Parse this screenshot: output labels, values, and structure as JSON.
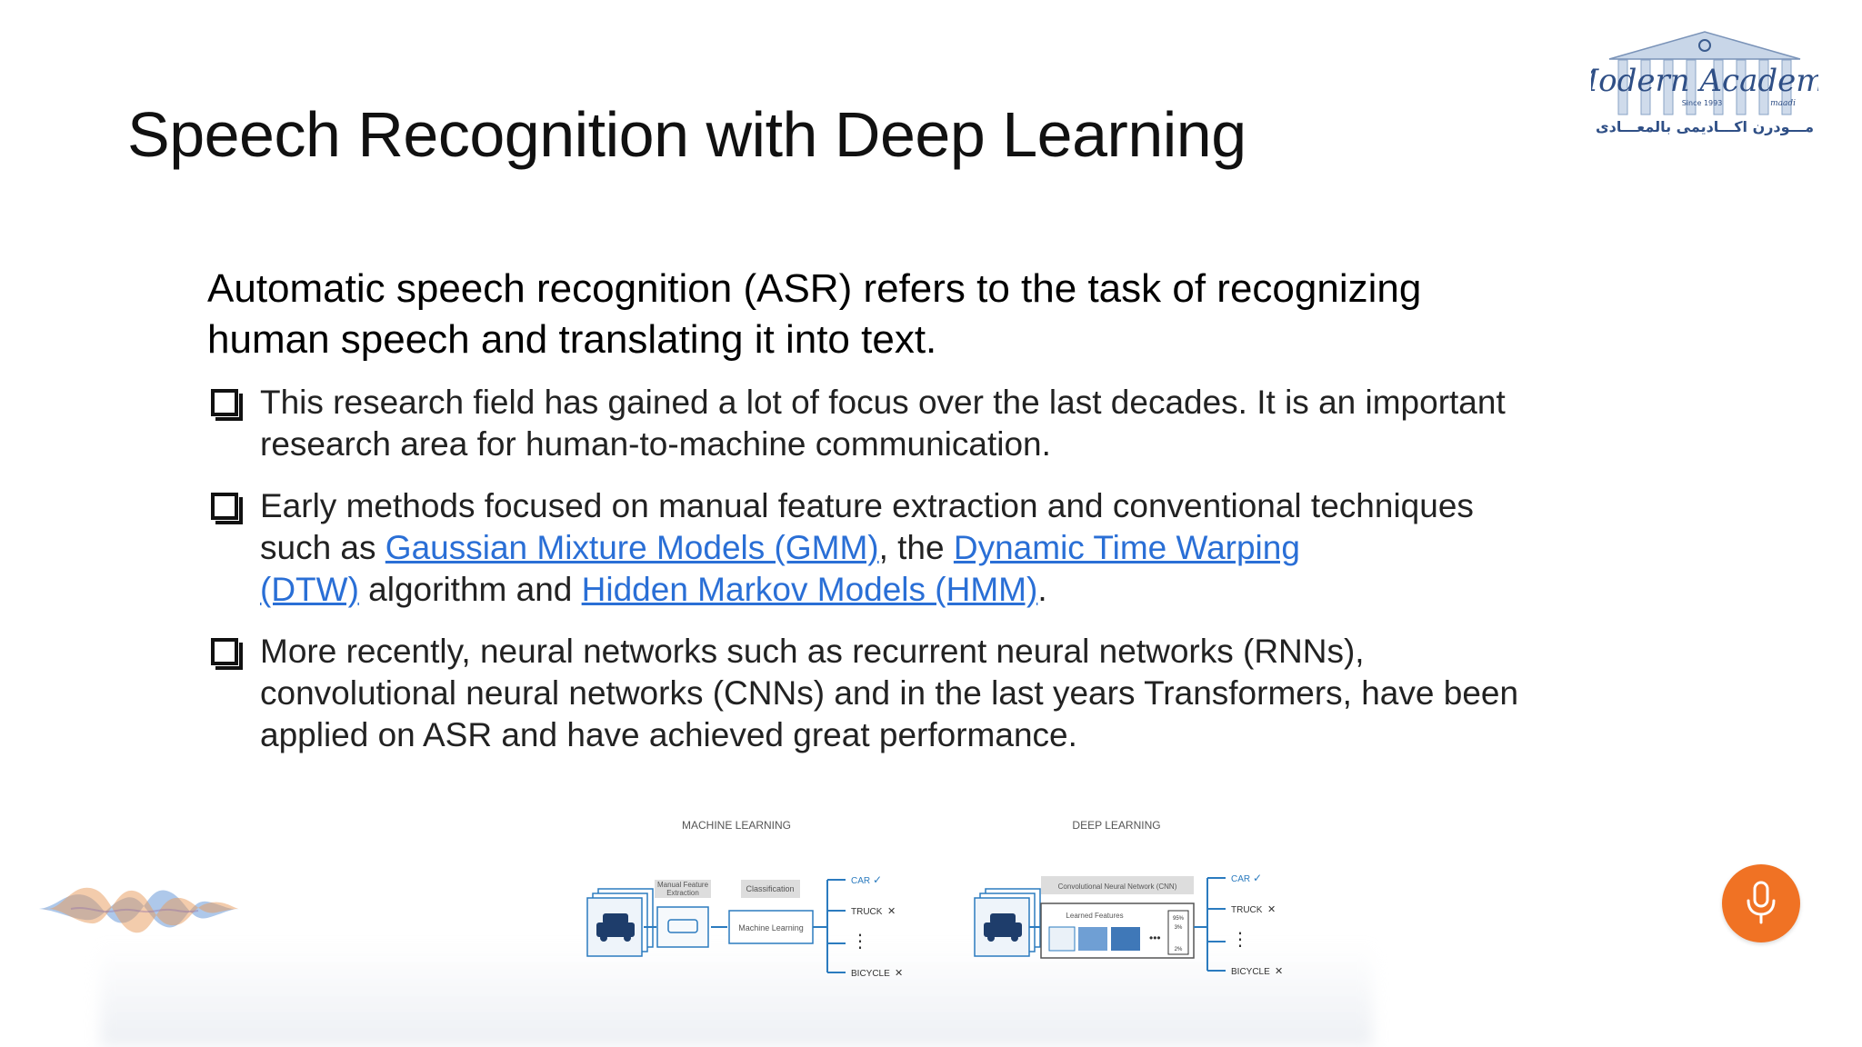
{
  "slide": {
    "title": "Speech Recognition with Deep Learning",
    "intro_line1": "Automatic speech recognition (ASR) refers to the task of recognizing",
    "intro_line2": "human speech and translating it into text.",
    "bullets": [
      {
        "line1": " This research field has gained a lot of focus over the last decades. It is an important",
        "line2": "research area for human-to-machine communication."
      },
      {
        "line1": "Early methods focused on manual feature extraction and conventional techniques",
        "line2_prefix": "such as ",
        "link_gmm": "Gaussian Mixture Models (GMM)",
        "line2_mid": ", the ",
        "link_dtw_a": "Dynamic Time Warping",
        "link_dtw_b": "(DTW)",
        "line3_mid": " algorithm and ",
        "link_hmm": "Hidden Markov Models (HMM)",
        "line3_end": "."
      },
      {
        "line1": "More recently, neural networks such as recurrent neural networks (RNNs),",
        "line2": "convolutional neural networks (CNNs) and in the last years Transformers, have been",
        "line3": "applied on ASR and have achieved great performance."
      }
    ]
  },
  "logo": {
    "name": "Modern Academy",
    "since": "Since 1993",
    "city": "maadi",
    "arabic": "مـــودرن اكـــاديمى بالمعـــادى"
  },
  "figure": {
    "ml_heading": "MACHINE LEARNING",
    "dl_heading": "DEEP LEARNING",
    "ml_feature_label_1": "Manual Feature",
    "ml_feature_label_2": "Extraction",
    "ml_classification_label": "Classification",
    "ml_box_label": "Machine Learning",
    "dl_cnn_label": "Convolutional Neural Network (CNN)",
    "dl_learned_label": "Learned Features",
    "dl_prob_1": "95%",
    "dl_prob_2": "3%",
    "dl_prob_3": "2%",
    "out_car": "CAR",
    "out_truck": "TRUCK",
    "out_bicycle": "BICYCLE",
    "ellipsis": "⋮"
  },
  "colors": {
    "link": "#2a6fd6",
    "mic": "#f07224",
    "wave_blue": "#6b9ad8",
    "wave_orange": "#e89a5a",
    "figure_blue": "#2b7bbf"
  },
  "icons": {
    "bullet": "checkbox-bullet-icon",
    "mic": "microphone-icon",
    "wave": "sound-wave-icon"
  }
}
